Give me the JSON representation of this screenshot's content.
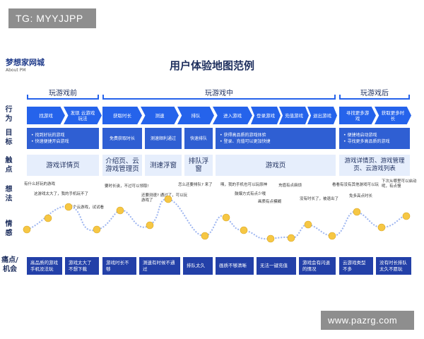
{
  "watermark_top": "TG: MYYJJPP",
  "watermark_bottom": "www.pazrg.com",
  "logo": {
    "name": "梦想家网城",
    "sub": "About PM"
  },
  "title": "用户体验地图范例",
  "row_labels": {
    "stage": "行为",
    "goal": "目标",
    "touch": "触点",
    "thought": "想法",
    "emotion": "情感",
    "pain": "痛点/机会"
  },
  "stages": [
    {
      "label": "玩游戏前"
    },
    {
      "label": "玩游戏中"
    },
    {
      "label": "玩游戏后"
    }
  ],
  "actions": [
    "找游戏",
    "发现 云游戏玩法",
    "获取时长",
    "测速",
    "排队",
    "进入游戏",
    "登录游戏",
    "充值游戏",
    "退出游戏",
    "寻找更多游戏",
    "获取更多时长"
  ],
  "goals": [
    [
      "找到好玩的游戏",
      "快速便捷开启游戏"
    ],
    [
      "免费获取时长"
    ],
    [
      "测速顺利通过"
    ],
    [
      "快速排队"
    ],
    [
      "获得高品质的游戏体验",
      "登录、充值可以更加快捷"
    ],
    [
      "便捷地启动游戏",
      "寻找更多高品质的游戏"
    ]
  ],
  "touchpoints": [
    "游戏详情页",
    "介绍页、云游戏管理页",
    "测速浮窗",
    "排队浮窗",
    "游戏页",
    "游戏详情页、游戏管理页、云游戏列表"
  ],
  "thoughts": [
    "有什么好玩的游戏",
    "这游戏太大了，我的手机玩不了",
    "请有个云游戏，试试看",
    "要时长诶，不过可以领取!",
    "还要测速? 通过了，可以玩游戏了",
    "怎么还要排队? 来了",
    "咦，我的手机也可以玩原神",
    "鼓爆方式有点少哦",
    "画质有点模糊",
    "充值有点麻烦",
    "没有时长了，被退出了",
    "看看有没有其他游戏可以玩",
    "免多高点时长",
    "下次从哪里可以启动呢，有点慢"
  ],
  "pains": [
    "高品质的游戏手机没法玩",
    "游戏太大了不想下载",
    "游戏时长不够",
    "测速有时候不通过",
    "排队太久",
    "画质不够清晰",
    "无法一键充值",
    "游戏会有闪退的情况",
    "云游戏类型不多",
    "没有时长排队太久不愿玩"
  ],
  "colors": {
    "accent": "#2563eb",
    "goal": "#2f5fd3",
    "pain": "#2340a8",
    "touch": "#e6eefc",
    "emoji": "#f6c744"
  }
}
